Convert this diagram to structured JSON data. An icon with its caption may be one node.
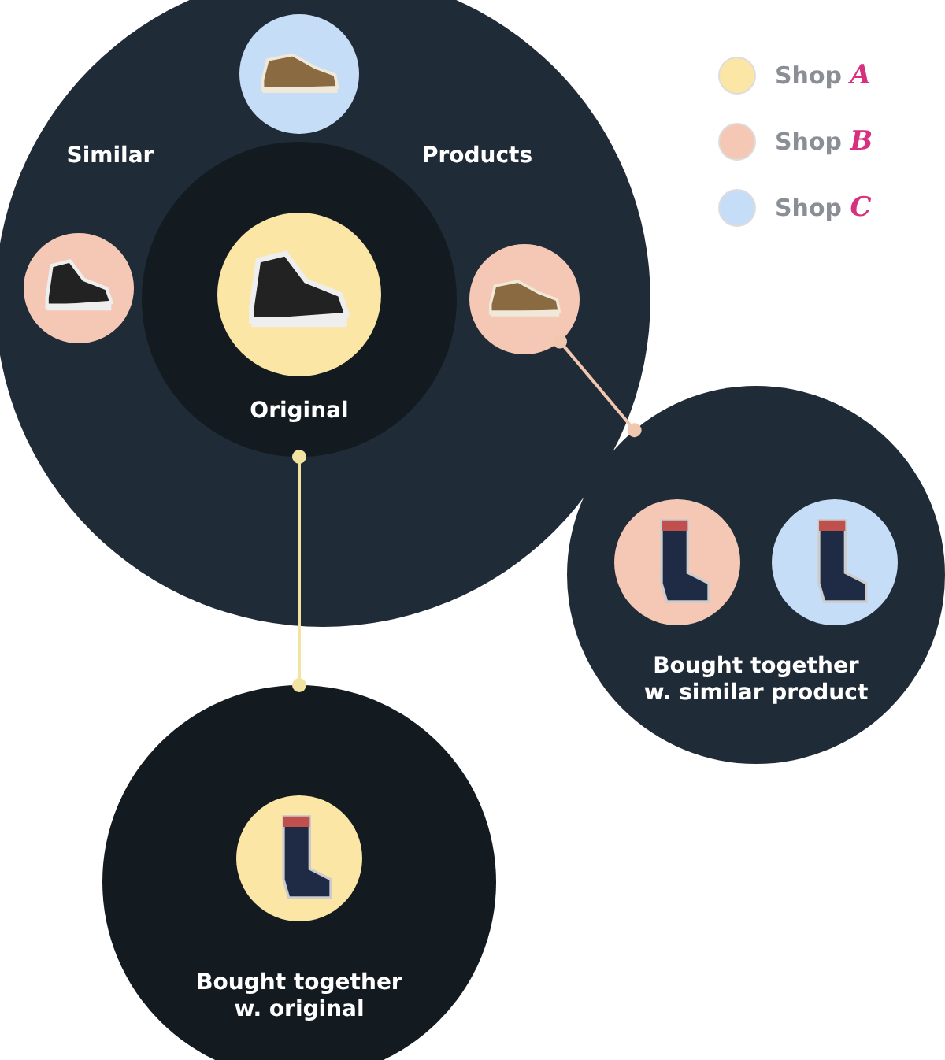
{
  "diagram": {
    "nodes": [
      {
        "text": [
          "Similar",
          "Products"
        ]
      },
      {
        "text": [
          "Original"
        ],
        "in": 0
      },
      {
        "text": [],
        "shape": "picture",
        "in": 1
      },
      {
        "text": [],
        "shape": "picture",
        "in": 0
      },
      {
        "text": [],
        "shape": "picture",
        "in": 0
      },
      {
        "text": [],
        "shape": "picture",
        "in": 0
      },
      {
        "text": [
          "Bought together w. similar product"
        ]
      },
      {
        "text": [],
        "shape": "picture",
        "in": 6
      },
      {
        "text": [],
        "shape": "picture",
        "in": 6
      },
      {
        "text": [
          "Bought together w. original"
        ]
      },
      {
        "text": [],
        "shape": "picture",
        "in": 9
      }
    ],
    "edges": [
      {
        "from": 1,
        "to": 9,
        "arrow": "other",
        "color": "#f3e3a0"
      },
      {
        "from": 5,
        "to": 6,
        "arrow": "other",
        "color": "#f2c7b0"
      }
    ],
    "legend": [
      {
        "text": "Shop *A*",
        "color": "#fbe6a6"
      },
      {
        "text": "Shop *B*",
        "color": "#f4c8b4"
      },
      {
        "text": "Shop *C*",
        "color": "#c5ddf7"
      }
    ]
  }
}
